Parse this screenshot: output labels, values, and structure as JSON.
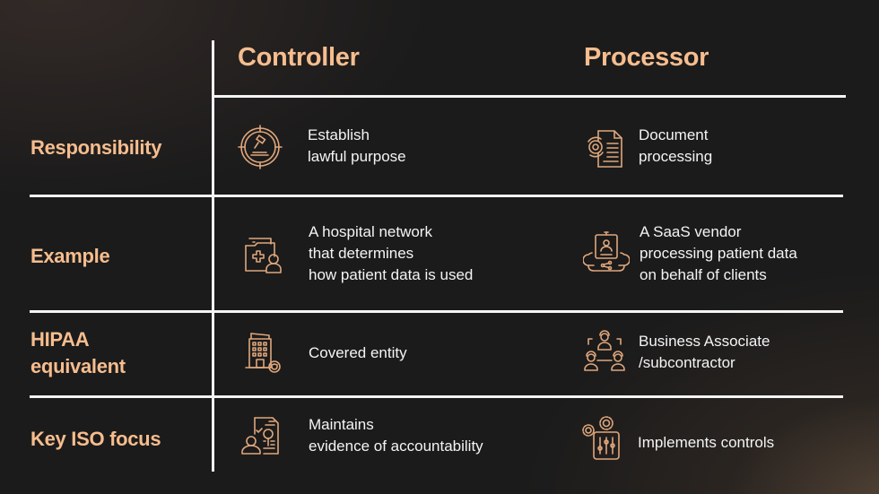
{
  "columns": {
    "controller": "Controller",
    "processor": "Processor"
  },
  "rows": [
    {
      "label": [
        "Responsibility"
      ],
      "controller": {
        "icon": "gavel-target-icon",
        "lines": [
          "Establish",
          "lawful purpose"
        ]
      },
      "processor": {
        "icon": "gear-document-icon",
        "lines": [
          "Document",
          "processing"
        ]
      }
    },
    {
      "label": [
        "Example"
      ],
      "controller": {
        "icon": "medical-folder-person-icon",
        "lines": [
          "A hospital network",
          "that determines",
          "how patient data is used"
        ]
      },
      "processor": {
        "icon": "cloud-profile-share-icon",
        "lines": [
          "A SaaS vendor",
          "processing patient data",
          "on behalf of clients"
        ]
      }
    },
    {
      "label": [
        "HIPAA",
        "equivalent"
      ],
      "controller": {
        "icon": "building-shield-icon",
        "lines": [
          "Covered entity"
        ]
      },
      "processor": {
        "icon": "worker-team-icon",
        "lines": [
          "Business Associate",
          "/subcontractor"
        ]
      }
    },
    {
      "label": [
        "Key ISO focus"
      ],
      "controller": {
        "icon": "audit-document-person-icon",
        "lines": [
          "Maintains",
          "evidence of accountability"
        ]
      },
      "processor": {
        "icon": "gears-sliders-icon",
        "lines": [
          "Implements controls"
        ]
      }
    }
  ],
  "colors": {
    "accent": "#f6bd8e",
    "icon_stroke": "#e0a77c",
    "text": "#f4f4f4",
    "background": "#1b1b1b",
    "lines": "#f4f4f4"
  }
}
